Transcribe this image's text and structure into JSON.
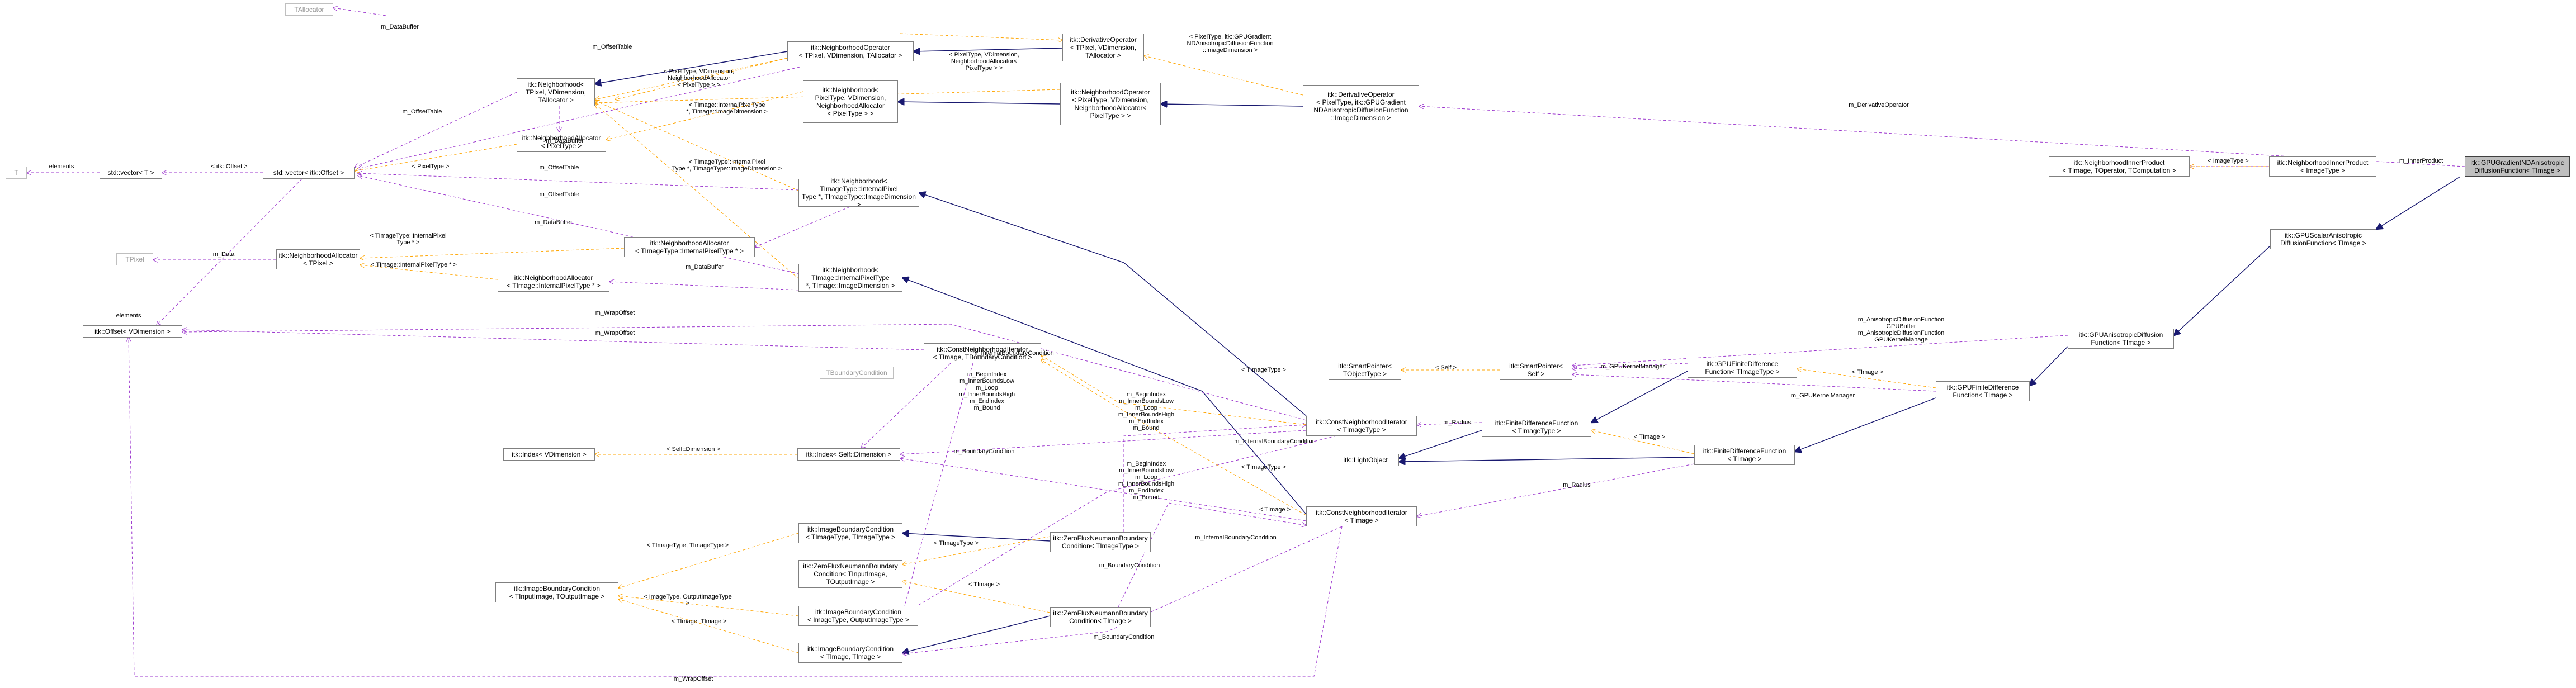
{
  "colors": {
    "inheritance": "#191970",
    "usage": "#9a32cd",
    "template": "#ffa500",
    "node_border": "#808080",
    "focus_fill": "#bfbfbf"
  },
  "nodes": {
    "tallocator": "TAllocator",
    "t": "T",
    "tpixel": "TPixel",
    "tboundarycondition": "TBoundaryCondition",
    "std_vector_t": "std::vector< T >",
    "std_vector_offset": "std::vector< itk::Offset >",
    "offset_vdim": "itk::Offset< VDimension >",
    "nh_tpixel_vdim_talloc": "itk::Neighborhood<\nTPixel, VDimension,\nTAllocator >",
    "nh_operator": "itk::NeighborhoodOperator\n< TPixel, VDimension, TAllocator >",
    "deriv_operator": "itk::DerivativeOperator\n< TPixel, VDimension,\nTAllocator >",
    "nh_pixeltype": "itk::Neighborhood<\nPixelType, VDimension,\nNeighborhoodAllocator\n< PixelType > >",
    "nh_operator_pixeltype": "itk::NeighborhoodOperator\n< PixelType, VDimension,\nNeighborhoodAllocator<\nPixelType > >",
    "deriv_operator_gpu": "itk::DerivativeOperator\n< PixelType, itk::GPUGradient\nNDAnisotropicDiffusionFunction\n::ImageDimension >",
    "focus_class": "itk::GPUGradientNDAnisotropic\nDiffusionFunction< TImage >",
    "nh_allocator_pixeltype": "itk::NeighborhoodAllocator\n< PixelType >",
    "nh_allocator_tpixel": "itk::NeighborhoodAllocator\n< TPixel >",
    "nh_allocator_internalpixel_ptr": "itk::NeighborhoodAllocator\n< TImageType::InternalPixelType * >",
    "nh_allocator_timage_internalpixel": "itk::NeighborhoodAllocator\n< TImage::InternalPixelType * >",
    "nh_timagetype_internalpixel": "itk::Neighborhood<\nTImageType::InternalPixel\nType *, TImageType::ImageDimension >",
    "nh_timage_internalpixel": "itk::Neighborhood<\nTImage::InternalPixelType\n *, TImage::ImageDimension >",
    "const_nh_iter_timage_tbc": "itk::ConstNeighborhoodIterator\n< TImage, TBoundaryCondition >",
    "const_nh_iter_timagetype": "itk::ConstNeighborhoodIterator\n< TImageType >",
    "const_nh_iter_timage": "itk::ConstNeighborhoodIterator\n< TImage >",
    "index_self_dim": "itk::Index< Self::Dimension >",
    "index_vdim": "itk::Index< VDimension >",
    "nh_inner_product_timage": "itk::NeighborhoodInnerProduct\n< TImage, TOperator, TComputation >",
    "nh_inner_product_imagetype": "itk::NeighborhoodInnerProduct\n< ImageType >",
    "gpu_scalar_aniso": "itk::GPUScalarAnisotropic\nDiffusionFunction< TImage >",
    "gpu_aniso": "itk::GPUAnisotropicDiffusion\nFunction< TImage >",
    "gpu_finite_diff_timage": "itk::GPUFiniteDifference\nFunction< TImage >",
    "gpu_finite_diff_timagetype": "itk::GPUFiniteDifference\nFunction< TImageType >",
    "smart_pointer_tobjecttype": "itk::SmartPointer<\nTObjectType >",
    "smart_pointer_self": "itk::SmartPointer<\nSelf >",
    "finite_diff_timagetype": "itk::FiniteDifferenceFunction\n< TImageType >",
    "finite_diff_timage": "itk::FiniteDifferenceFunction\n< TImage >",
    "light_object": "itk::LightObject",
    "img_bc_timagetype": "itk::ImageBoundaryCondition\n< TImageType, TImageType >",
    "img_bc_tinput_toutput": "itk::ImageBoundaryCondition\n< TInputImage, TOutputImage >",
    "zfn_bc_tinput_toutput": "itk::ZeroFluxNeumannBoundary\nCondition< TInputImage,\nTOutputImage >",
    "img_bc_imagetype_output": "itk::ImageBoundaryCondition\n< ImageType, OutputImageType >",
    "img_bc_timage_timage": "itk::ImageBoundaryCondition\n< TImage, TImage >",
    "zfn_bc_timagetype": "itk::ZeroFluxNeumannBoundary\nCondition< TImageType >",
    "zfn_bc_timage": "itk::ZeroFluxNeumannBoundary\nCondition< TImage >"
  },
  "edge_labels": {
    "m_databuffer_1": "m_DataBuffer",
    "m_offsettable_1": "m_OffsetTable",
    "m_offsettable_2": "m_OffsetTable",
    "m_offsettable_3": "m_OffsetTable",
    "m_offsettable_4": "m_OffsetTable",
    "elements_1": "elements",
    "elements_2": "elements",
    "itk_offset": "< itk::Offset >",
    "pixeltype_1": "< PixelType >",
    "pixeltype_vdim_1": "< PixelType, VDimension,\nNeighborhoodAllocator\n< PixelType > >",
    "pixeltype_vdim_2": "< PixelType, VDimension,\nNeighborhoodAllocator<\nPixelType > >",
    "pixeltype_gpu": "< PixelType, itk::GPUGradient\nNDAnisotropicDiffusionFunction\n::ImageDimension >",
    "m_derivativeoperator": "m_DerivativeOperator",
    "m_databuffer_2": "m_DataBuffer",
    "m_databuffer_3": "m_DataBuffer",
    "m_databuffer_4": "m_DataBuffer",
    "timagetype_internal_1": "< TImageType::InternalPixel\nType *, TImageType::ImageDimension >",
    "timage_internal_1": "< TImage::InternalPixelType\n*, TImage::ImageDimension >",
    "timagetype_internal_2": "< TImageType::InternalPixel\nType * >",
    "timage_internal_2": "< TImage::InternalPixelType * >",
    "m_data": "m_Data",
    "m_wrapoffset_1": "m_WrapOffset",
    "m_wrapoffset_2": "m_WrapOffset",
    "m_wrapoffset_3": "m_WrapOffset",
    "m_internalboundarycondition_1": "m_InternalBoundaryCondition",
    "m_internalboundarycondition_2": "m_InternalBoundaryCondition",
    "m_internalboundarycondition_3": "m_InternalBoundaryCondition",
    "indexes_1": "m_BeginIndex\nm_InnerBoundsLow\nm_Loop\nm_InnerBoundsHigh\nm_EndIndex\nm_Bound",
    "indexes_2": "m_BeginIndex\nm_InnerBoundsLow\nm_Loop\nm_InnerBoundsHigh\nm_EndIndex\nm_Bound",
    "indexes_3": "m_BeginIndex\nm_InnerBoundsLow\nm_Loop\nm_InnerBoundsHigh\nm_EndIndex\nm_Bound",
    "self_dimension": "< Self::Dimension >",
    "m_boundarycondition_1": "m_BoundaryCondition",
    "m_boundarycondition_2": "m_BoundaryCondition",
    "m_boundarycondition_3": "m_BoundaryCondition",
    "timagetype_1": "< TImageType >",
    "timagetype_2": "< TImageType >",
    "timagetype_3": "< TImageType >",
    "timagetype_timagetype": "< TImageType, TImageType >",
    "imagetype_output": "< ImageType, OutputImageType\n>",
    "timage_timage": "< TImage, TImage >",
    "timage_1": "< TImage >",
    "timage_2": "< TImage >",
    "timage_3": "< TImage >",
    "timage_4": "< TImage >",
    "m_radius_1": "m_Radius",
    "m_radius_2": "m_Radius",
    "self": "< Self >",
    "m_gpukernelmanager_1": "m_GPUKernelManager",
    "m_gpukernelmanager_2": "m_GPUKernelManager",
    "gpu_buffers": "m_AnisotropicDiffusionFunction\nGPUBuffer\nm_AnisotropicDiffusionFunction\nGPUKernelManage",
    "m_innerproduct": "m_InnerProduct",
    "imagetype": "< ImageType >"
  }
}
